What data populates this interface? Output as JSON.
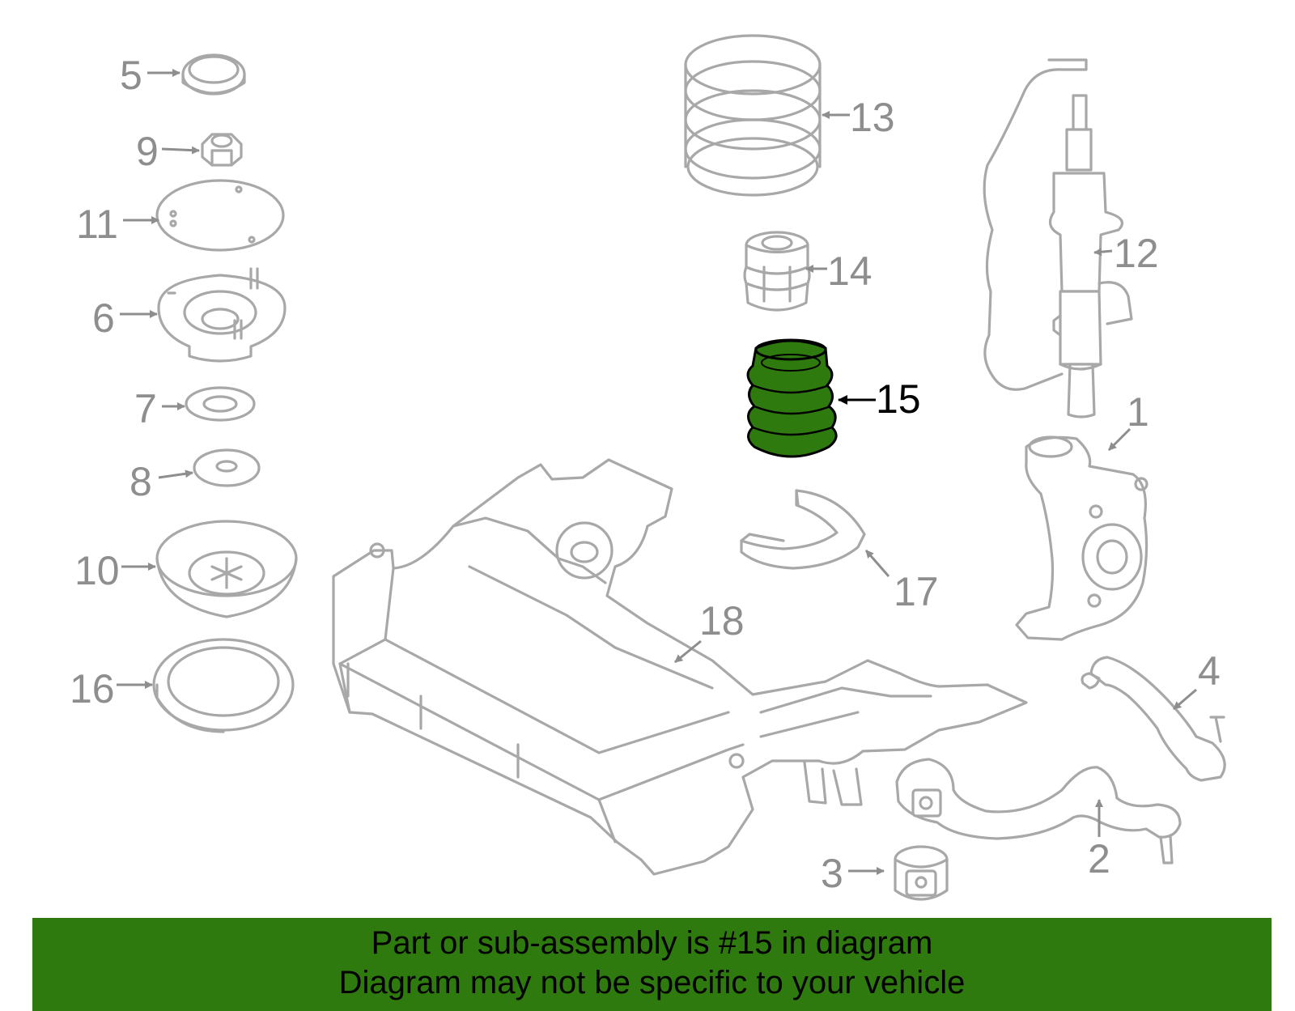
{
  "callouts": {
    "c1": "1",
    "c2": "2",
    "c3": "3",
    "c4": "4",
    "c5": "5",
    "c6": "6",
    "c7": "7",
    "c8": "8",
    "c9": "9",
    "c10": "10",
    "c11": "11",
    "c12": "12",
    "c13": "13",
    "c14": "14",
    "c15": "15",
    "c16": "16",
    "c17": "17",
    "c18": "18"
  },
  "highlighted_part": "15",
  "colors": {
    "highlight_fill": "#2f7a0f",
    "part_stroke": "#a8a8a8",
    "callout_text": "#8e8e8e",
    "banner_background": "#2f7a0f"
  },
  "banner": {
    "line1": "Part or sub-assembly is #15 in diagram",
    "line2": "Diagram may not be specific to your vehicle"
  }
}
